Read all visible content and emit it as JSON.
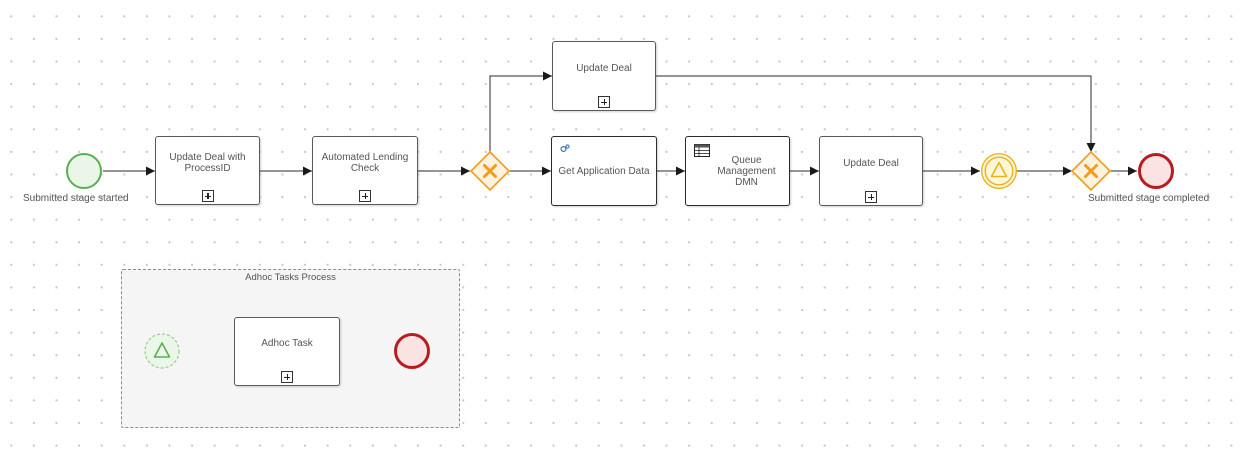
{
  "process": {
    "start_event": {
      "label": "Submitted stage started"
    },
    "end_event": {
      "label": "Submitted stage completed"
    },
    "tasks": {
      "update_deal_process_id": {
        "label": "Update Deal with ProcessID"
      },
      "automated_lending_check": {
        "label": "Automated Lending Check"
      },
      "update_deal_upper": {
        "label": "Update Deal"
      },
      "get_application_data": {
        "label": "Get Application Data"
      },
      "queue_management_dmn": {
        "label": "Queue Management DMN"
      },
      "update_deal_lower": {
        "label": "Update Deal"
      }
    }
  },
  "adhoc": {
    "title": "Adhoc Tasks Process",
    "task": {
      "label": "Adhoc Task"
    }
  },
  "colors": {
    "start_green": "#59b050",
    "start_fill": "#eaf6e8",
    "end_red": "#b81c1c",
    "end_fill": "#fbe3e3",
    "gateway_orange": "#f29b1e",
    "gateway_fill": "#fff3e0",
    "signal_gold": "#e8b41e",
    "signal_fill": "#fff6d8"
  },
  "icons": {
    "gateway": "x-exclusive-gateway-icon",
    "signal": "triangle-signal-icon",
    "service": "gears-service-icon",
    "decision": "table-business-rule-icon",
    "subprocess": "plus-subprocess-marker-icon"
  }
}
